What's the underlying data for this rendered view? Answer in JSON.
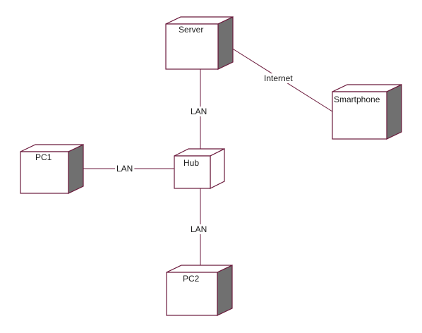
{
  "diagram": {
    "colors": {
      "outline": "#6b1a3c",
      "front_fill": "#ffffff",
      "top_fill": "#ffffff",
      "side_fill": "#707070",
      "hub_side_fill": "#ffffff",
      "text": "#1a1a1a"
    },
    "nodes": [
      {
        "id": "server",
        "label": "Server"
      },
      {
        "id": "smartphone",
        "label": "Smartphone"
      },
      {
        "id": "pc1",
        "label": "PC1"
      },
      {
        "id": "hub",
        "label": "Hub"
      },
      {
        "id": "pc2",
        "label": "PC2"
      }
    ],
    "edges": [
      {
        "id": "server-hub",
        "label": "LAN"
      },
      {
        "id": "server-smartphone",
        "label": "Internet"
      },
      {
        "id": "pc1-hub",
        "label": "LAN"
      },
      {
        "id": "hub-pc2",
        "label": "LAN"
      }
    ]
  }
}
